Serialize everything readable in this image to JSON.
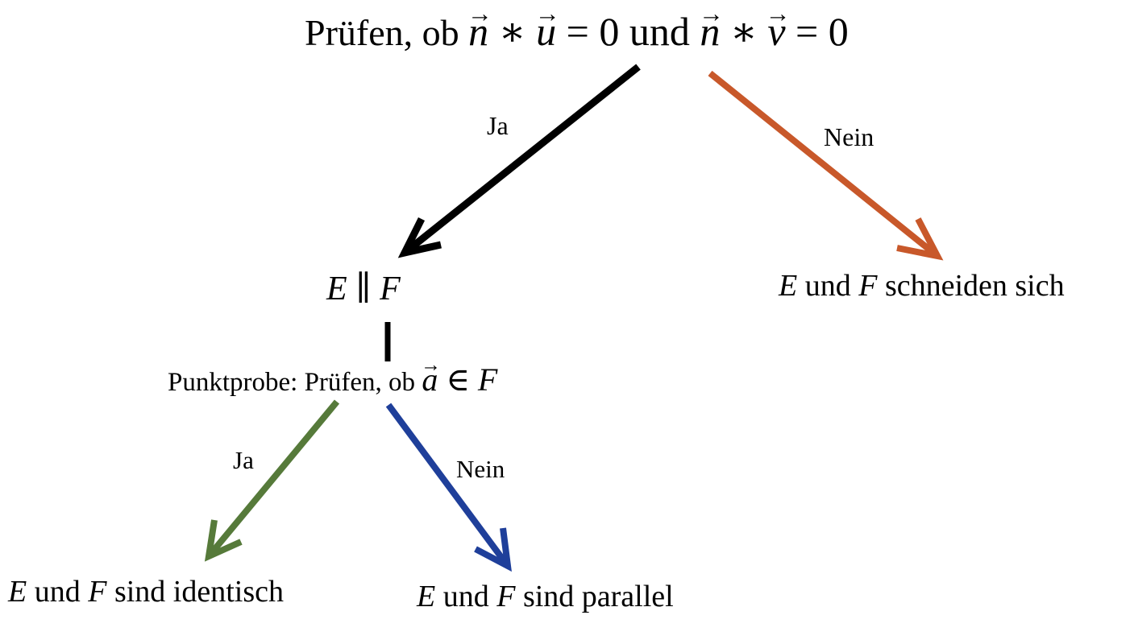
{
  "top": {
    "prefix": "Prüfen, ob",
    "v1": "n",
    "op1": "∗",
    "v2": "u",
    "eq1": "= 0",
    "conj": "und",
    "v3": "n",
    "op2": "∗",
    "v4": "v",
    "eq2": "= 0"
  },
  "branch_yes_1": "Ja",
  "branch_no_1": "Nein",
  "parallel_node": {
    "a": "E",
    "rel": "∥",
    "b": "F"
  },
  "intersect_node": {
    "a": "E",
    "mid": "und",
    "b": "F",
    "rest": "schneiden sich"
  },
  "probe": {
    "prefix": "Punktprobe: Prüfen, ob",
    "vec": "a",
    "rel": "∈",
    "set": "F"
  },
  "branch_yes_2": "Ja",
  "branch_no_2": "Nein",
  "identical_node": {
    "a": "E",
    "mid": "und",
    "b": "F",
    "rest": "sind identisch"
  },
  "parallel_result": {
    "a": "E",
    "mid": "und",
    "b": "F",
    "rest": "sind parallel"
  },
  "colors": {
    "arrow_yes_1": "#000000",
    "arrow_no_1": "#c8582a",
    "arrow_yes_2": "#567a3a",
    "arrow_no_2": "#1f3f9a",
    "connector": "#000000"
  }
}
